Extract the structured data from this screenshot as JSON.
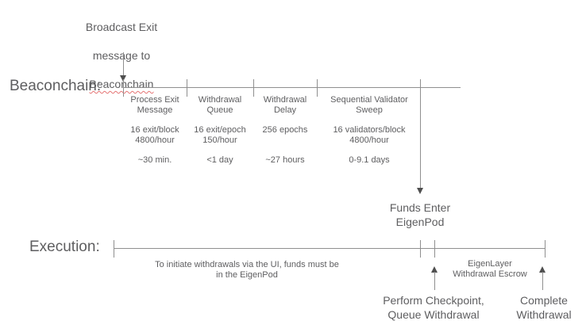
{
  "colors": {
    "background": "#ffffff",
    "text": "#5e5e60",
    "line": "#8f8f8f",
    "arrow": "#4f4f4f",
    "wavy_underline": "#e57373"
  },
  "broadcast_note": {
    "line1": "Broadcast Exit",
    "line2": "message to",
    "line3": "Beaconchain"
  },
  "beaconchain": {
    "label": "Beaconchain:",
    "segments": [
      {
        "name": "Process Exit\nMessage",
        "rate": "16 exit/block\n4800/hour",
        "duration": "~30 min."
      },
      {
        "name": "Withdrawal\nQueue",
        "rate": "16 exit/epoch\n150/hour",
        "duration": "<1 day"
      },
      {
        "name": "Withdrawal\nDelay",
        "rate": "256 epochs",
        "duration": "~27 hours"
      },
      {
        "name": "Sequential Validator\nSweep",
        "rate": "16 validators/block\n4800/hour",
        "duration": "0-9.1 days"
      }
    ]
  },
  "funds_enter_label": "Funds Enter\nEigenPod",
  "execution": {
    "label": "Execution:",
    "note": "To initiate withdrawals via the UI, funds must be\nin the EigenPod",
    "escrow_label": "EigenLayer\nWithdrawal Escrow",
    "checkpoint_label": "Perform Checkpoint,\nQueue Withdrawal",
    "complete_label": "Complete\nWithdrawal"
  }
}
